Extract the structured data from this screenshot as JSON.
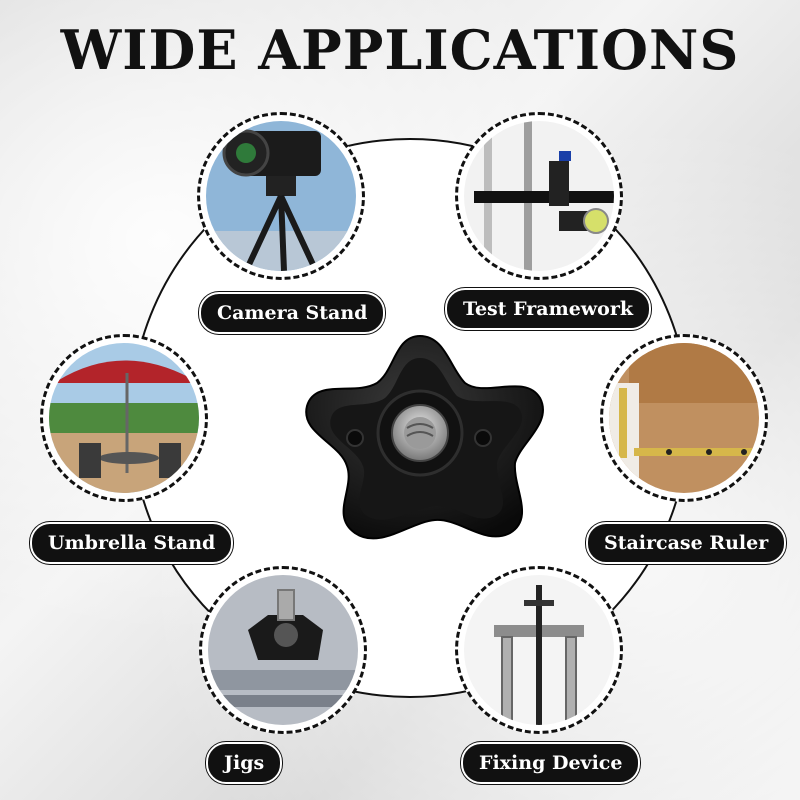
{
  "title": "WIDE APPLICATIONS",
  "applications": [
    {
      "label": "Camera Stand",
      "icon": "camera-tripod-icon"
    },
    {
      "label": "Test Framework",
      "icon": "test-framework-icon"
    },
    {
      "label": "Umbrella Stand",
      "icon": "umbrella-stand-icon"
    },
    {
      "label": "Staircase Ruler",
      "icon": "staircase-ruler-icon"
    },
    {
      "label": "Jigs",
      "icon": "jig-icon"
    },
    {
      "label": "Fixing Device",
      "icon": "fixing-device-icon"
    }
  ],
  "colors": {
    "label_bg": "#111111",
    "label_text": "#ffffff",
    "knob": "#1a1a1a"
  }
}
